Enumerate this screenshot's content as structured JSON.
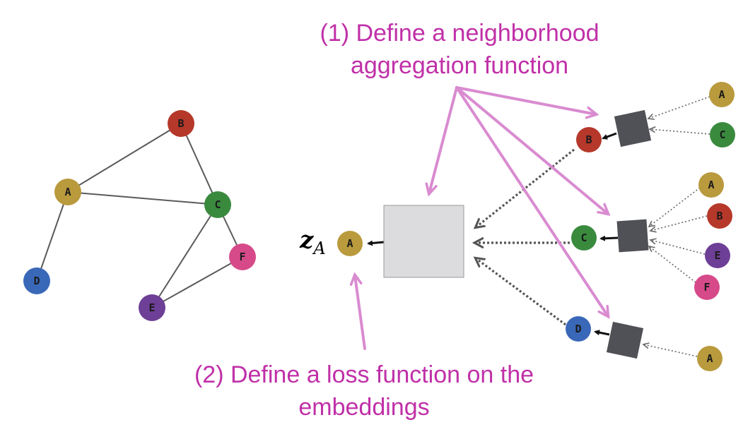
{
  "colors": {
    "A": "#b99a3d",
    "B": "#b5382a",
    "C": "#3a8a3e",
    "D": "#3a68b8",
    "E": "#6e3f96",
    "F": "#d64a8a",
    "accent": "#c030a8",
    "arrow_pink": "#d98bd0",
    "agg_box": "#4f5156",
    "center_box": "#dcdcde",
    "edge": "#5a5a5a"
  },
  "labels": {
    "aggregation_caption_line1": "(1) Define a neighborhood",
    "aggregation_caption_line2": "aggregation function",
    "loss_caption_line1": "(2) Define a loss function on the",
    "loss_caption_line2": "embeddings",
    "z_symbol": "z",
    "z_subscript": "A"
  },
  "graph": {
    "nodes": [
      "A",
      "B",
      "C",
      "D",
      "E",
      "F"
    ],
    "edges": [
      [
        "A",
        "B"
      ],
      [
        "A",
        "C"
      ],
      [
        "B",
        "C"
      ],
      [
        "A",
        "D"
      ],
      [
        "C",
        "E"
      ],
      [
        "C",
        "F"
      ],
      [
        "E",
        "F"
      ]
    ]
  },
  "computation_tree": {
    "root": "A",
    "level1": [
      {
        "node": "B",
        "inputs": [
          "A",
          "C"
        ]
      },
      {
        "node": "C",
        "inputs": [
          "A",
          "B",
          "E",
          "F"
        ]
      },
      {
        "node": "D",
        "inputs": [
          "A"
        ]
      }
    ]
  }
}
